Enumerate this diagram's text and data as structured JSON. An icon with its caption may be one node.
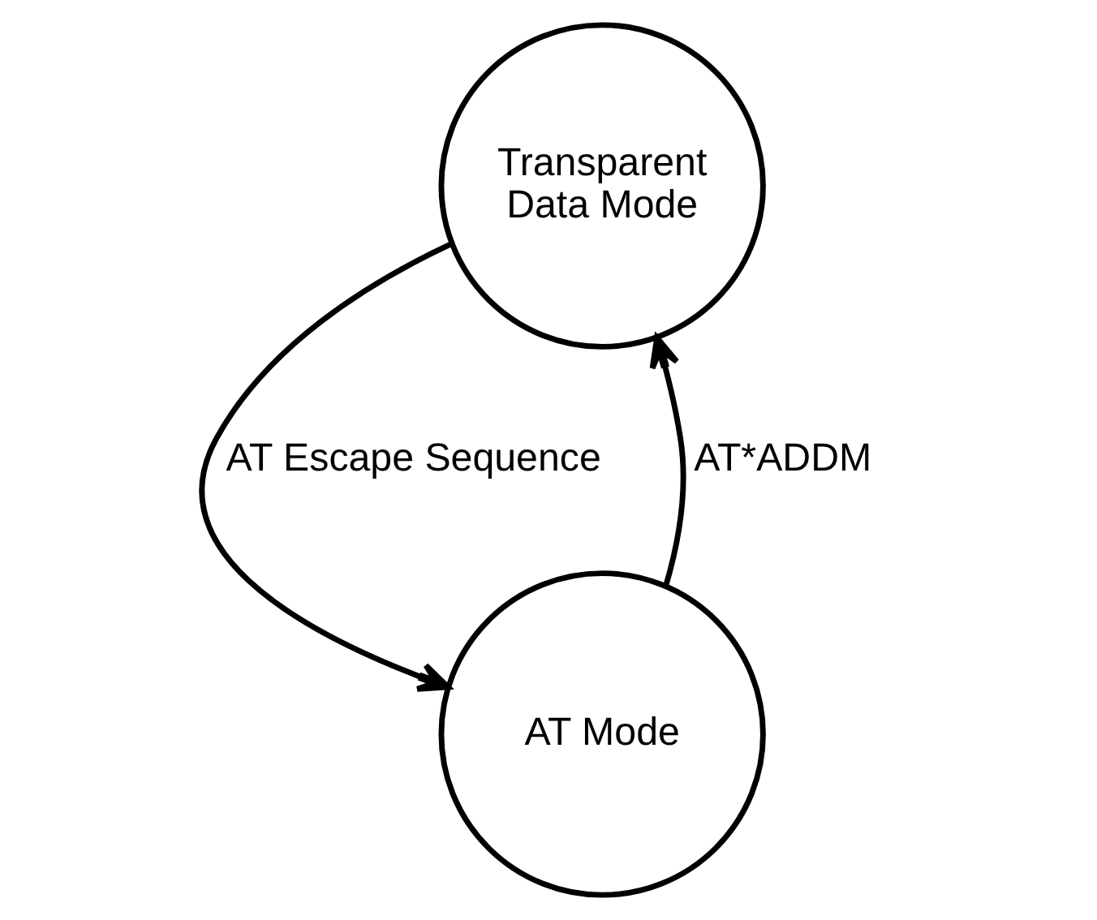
{
  "diagram": {
    "nodes": [
      {
        "text": [
          "Transparent Data Mode"
        ]
      },
      {
        "text": [
          "AT Mode"
        ]
      }
    ],
    "edges": [
      {
        "from": 1,
        "to": 0,
        "arrow": "to",
        "label": "AT*ADDM"
      },
      {
        "from": 0,
        "to": 1,
        "arrow": "to",
        "label": "AT Escape Sequence"
      }
    ]
  }
}
